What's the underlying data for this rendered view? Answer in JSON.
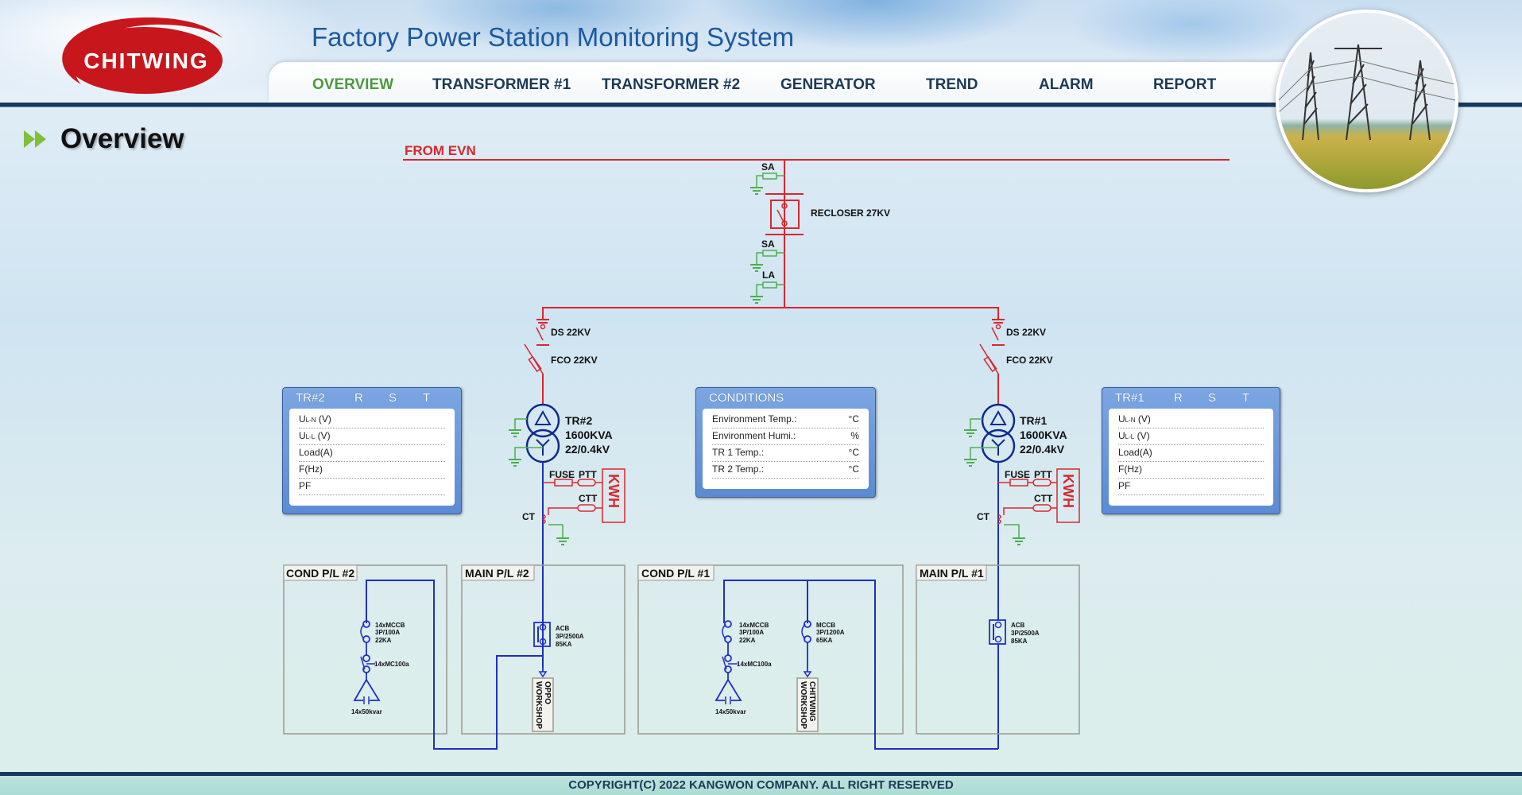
{
  "header": {
    "logo_text": "CHITWING",
    "title": "Factory Power Station Monitoring System"
  },
  "nav": {
    "items": [
      {
        "label": "OVERVIEW",
        "active": true
      },
      {
        "label": "TRANSFORMER #1",
        "active": false
      },
      {
        "label": "TRANSFORMER #2",
        "active": false
      },
      {
        "label": "GENERATOR",
        "active": false
      },
      {
        "label": "TREND",
        "active": false
      },
      {
        "label": "ALARM",
        "active": false
      },
      {
        "label": "REPORT",
        "active": false
      }
    ]
  },
  "page": {
    "title": "Overview"
  },
  "diagram": {
    "source_label": "FROM EVN",
    "sa_top": "SA",
    "recloser": "RECLOSER 27KV",
    "sa_bottom": "SA",
    "la": "LA",
    "left_branch": {
      "ds": "DS 22KV",
      "fco": "FCO 22KV",
      "tr_name": "TR#2",
      "tr_rating": "1600KVA",
      "tr_voltage": "22/0.4kV",
      "fuse": "FUSE",
      "ptt": "PTT",
      "ctt": "CTT",
      "ct": "CT",
      "meter": "KWH"
    },
    "right_branch": {
      "ds": "DS 22KV",
      "fco": "FCO 22KV",
      "tr_name": "TR#1",
      "tr_rating": "1600KVA",
      "tr_voltage": "22/0.4kV",
      "fuse": "FUSE",
      "ptt": "PTT",
      "ctt": "CTT",
      "ct": "CT",
      "meter": "KWH"
    },
    "cond_pl_2": {
      "title": "COND P/L #2",
      "mccb": [
        "14xMCCB",
        "3P/100A",
        "22KA"
      ],
      "contactor": "14xMC100a",
      "capacitor": "14x50kvar"
    },
    "main_pl_2": {
      "title": "MAIN P/L #2",
      "acb": [
        "ACB",
        "3P/2500A",
        "85KA"
      ],
      "load": [
        "OPPO",
        "WORKSHOP"
      ]
    },
    "cond_pl_1": {
      "title": "COND P/L #1",
      "mccb": [
        "14xMCCB",
        "3P/100A",
        "22KA"
      ],
      "contactor": "14xMC100a",
      "capacitor": "14x50kvar",
      "feeder_mccb": [
        "MCCB",
        "3P/1200A",
        "65KA"
      ],
      "load": [
        "CHITWING",
        "WORKSHOP"
      ]
    },
    "main_pl_1": {
      "title": "MAIN P/L #1",
      "acb": [
        "ACB",
        "3P/2500A",
        "85KA"
      ]
    }
  },
  "panels": {
    "tr2": {
      "title": "TR#2",
      "cols": [
        "R",
        "S",
        "T"
      ],
      "rows": [
        {
          "main": "U",
          "sub": "L-N",
          "rest": " (V)"
        },
        {
          "main": "U",
          "sub": "L-L",
          "rest": " (V)"
        },
        {
          "main": "Load(A)",
          "sub": "",
          "rest": ""
        },
        {
          "main": "F(Hz)",
          "sub": "",
          "rest": ""
        },
        {
          "main": "PF",
          "sub": "",
          "rest": ""
        }
      ]
    },
    "conditions": {
      "title": "CONDITIONS",
      "rows": [
        {
          "label": "Environment Temp.:",
          "unit": "°C"
        },
        {
          "label": "Environment Humi.:",
          "unit": "%"
        },
        {
          "label": "TR 1 Temp.:",
          "unit": "°C"
        },
        {
          "label": "TR 2 Temp.:",
          "unit": "°C"
        }
      ]
    },
    "tr1": {
      "title": "TR#1",
      "cols": [
        "R",
        "S",
        "T"
      ],
      "rows": [
        {
          "main": "U",
          "sub": "L-N",
          "rest": " (V)"
        },
        {
          "main": "U",
          "sub": "L-L",
          "rest": " (V)"
        },
        {
          "main": "Load(A)",
          "sub": "",
          "rest": ""
        },
        {
          "main": "F(Hz)",
          "sub": "",
          "rest": ""
        },
        {
          "main": "PF",
          "sub": "",
          "rest": ""
        }
      ]
    }
  },
  "footer": {
    "copyright": "COPYRIGHT(C) 2022 KANGWON COMPANY. ALL RIGHT RESERVED"
  },
  "colors": {
    "hv_line": "#d9272e",
    "lv_line": "#1f2fc4",
    "ground": "#4caf50",
    "nav_active": "#4a9a3e",
    "nav_text": "#1c3a56",
    "title_blue": "#1d5a9f"
  }
}
